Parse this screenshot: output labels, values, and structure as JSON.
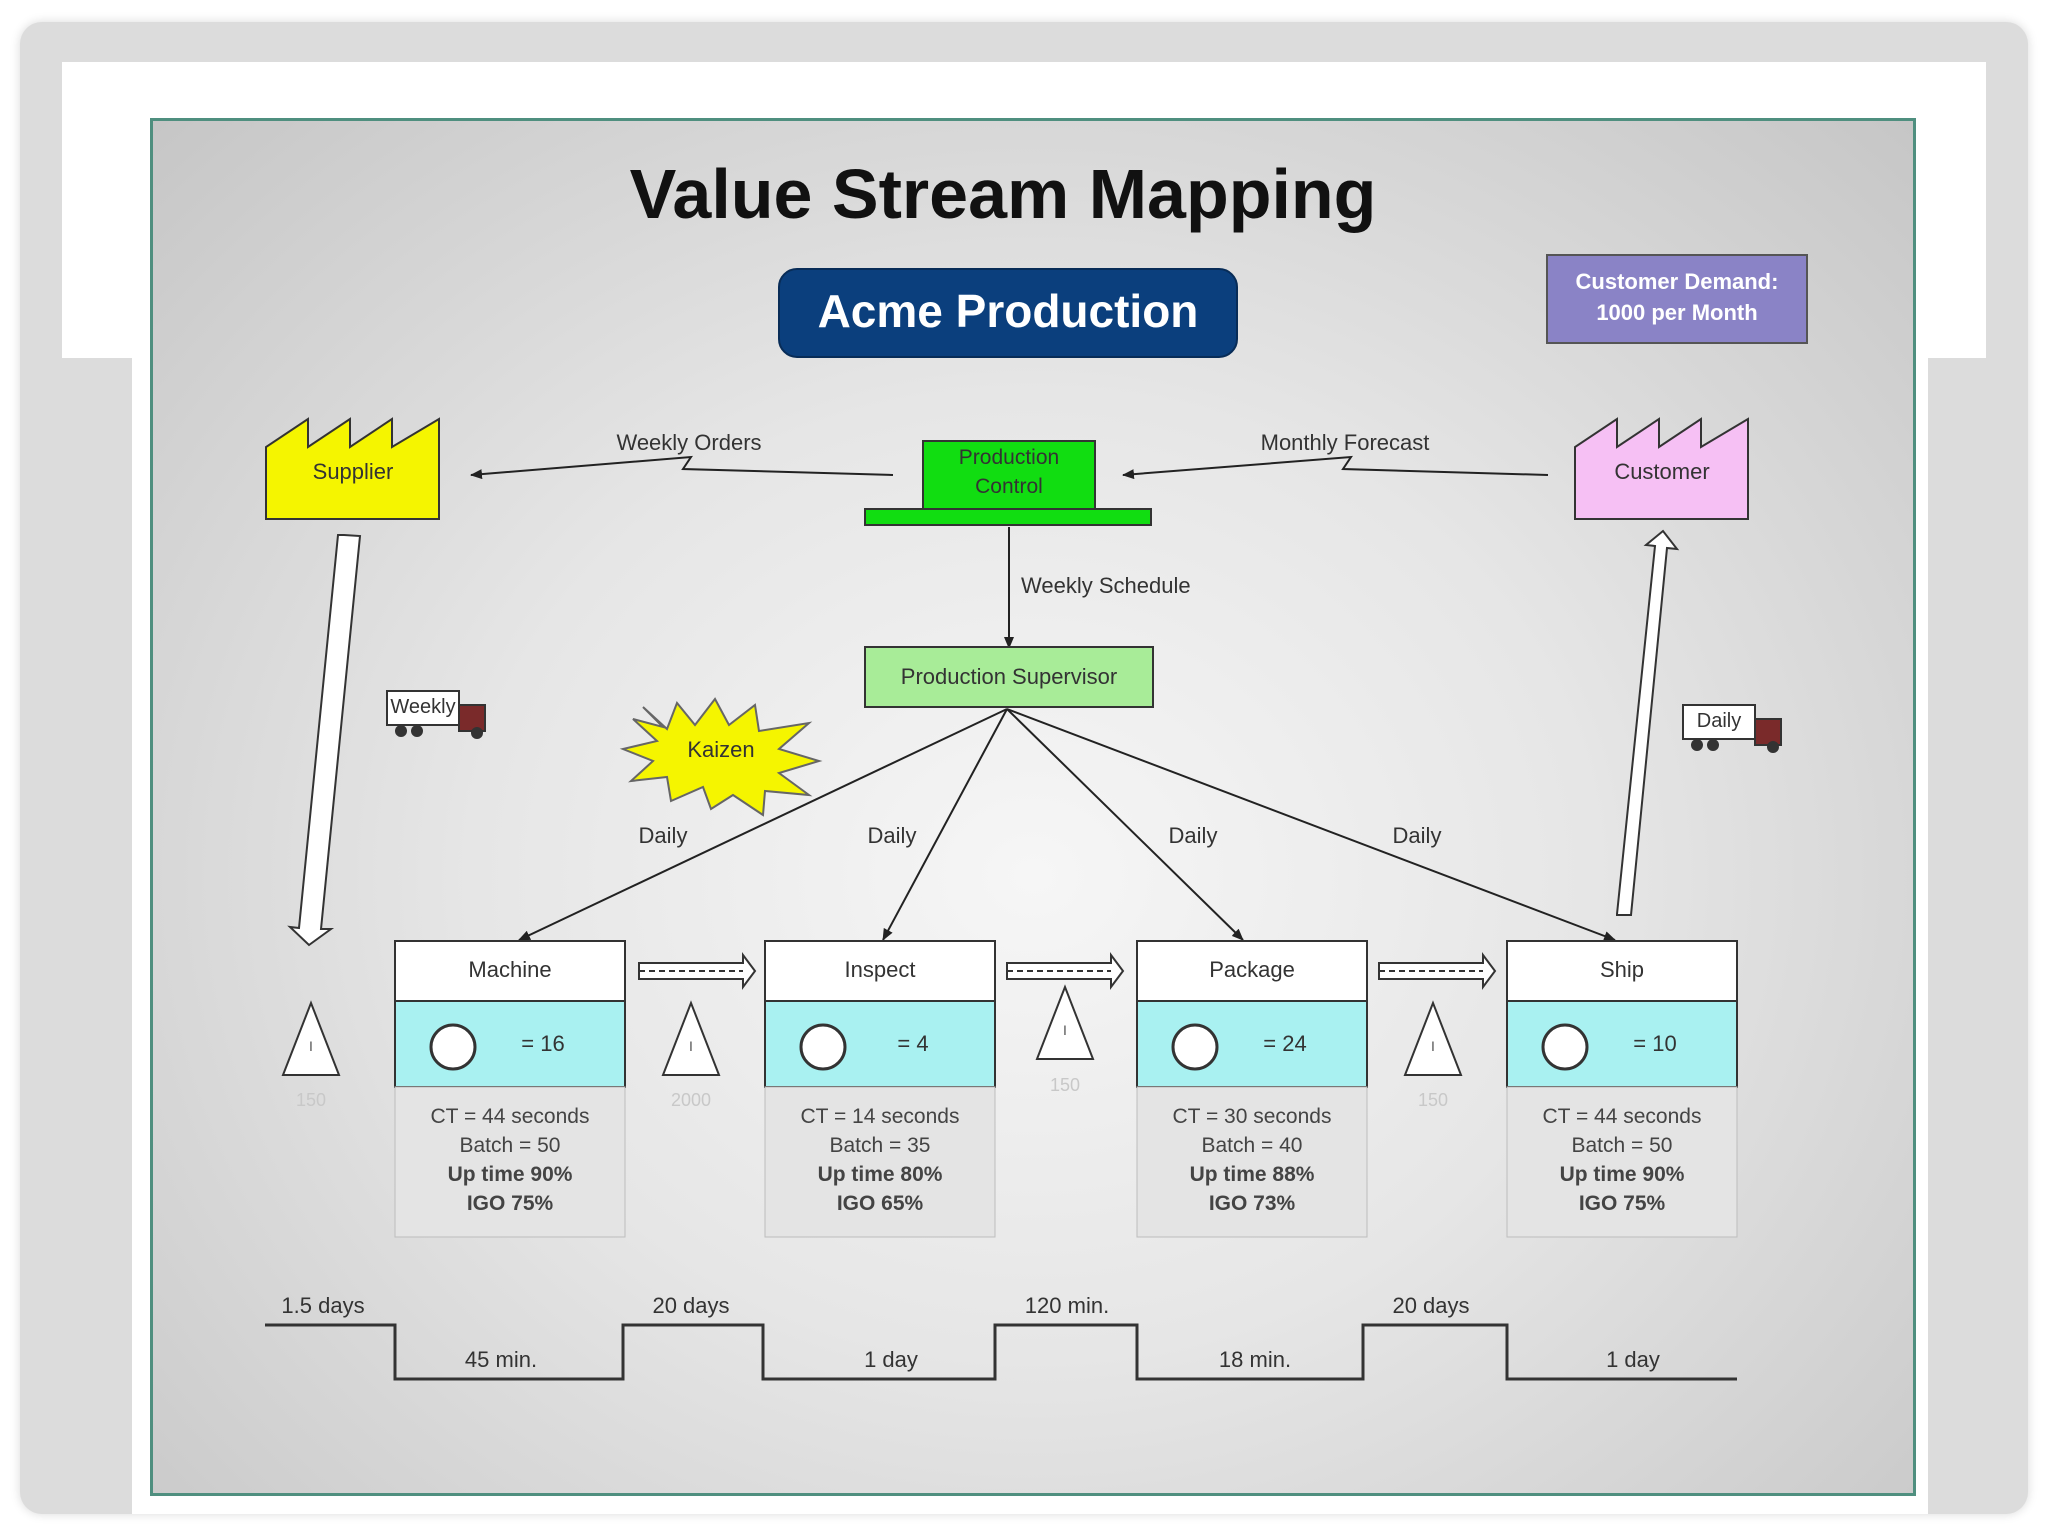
{
  "title": "Value Stream Mapping",
  "subtitle": "Acme Production",
  "customer_demand": {
    "line1": "Customer Demand:",
    "line2": "1000 per Month"
  },
  "supplier": {
    "label": "Supplier"
  },
  "customer": {
    "label": "Customer"
  },
  "production_control": {
    "line1": "Production",
    "line2": "Control"
  },
  "production_supervisor": {
    "label": "Production Supervisor"
  },
  "flows": {
    "weekly_orders": "Weekly Orders",
    "monthly_forecast": "Monthly Forecast",
    "weekly_schedule": "Weekly Schedule"
  },
  "kaizen": {
    "label": "Kaizen"
  },
  "trucks": {
    "inbound": "Weekly",
    "outbound": "Daily"
  },
  "daily_labels": [
    "Daily",
    "Daily",
    "Daily",
    "Daily"
  ],
  "processes": [
    {
      "name": "Machine",
      "operators": "= 16",
      "ct": "CT = 44 seconds",
      "batch": "Batch = 50",
      "uptime": "Up time 90%",
      "igo": "IGO 75%"
    },
    {
      "name": "Inspect",
      "operators": "= 4",
      "ct": "CT = 14 seconds",
      "batch": "Batch = 35",
      "uptime": "Up time 80%",
      "igo": "IGO 65%"
    },
    {
      "name": "Package",
      "operators": "= 24",
      "ct": "CT = 30 seconds",
      "batch": "Batch = 40",
      "uptime": "Up time 88%",
      "igo": "IGO 73%"
    },
    {
      "name": "Ship",
      "operators": "= 10",
      "ct": "CT = 44 seconds",
      "batch": "Batch = 50",
      "uptime": "Up time 90%",
      "igo": "IGO 75%"
    }
  ],
  "inventory": [
    {
      "mark": "I",
      "qty": "150"
    },
    {
      "mark": "I",
      "qty": "2000"
    },
    {
      "mark": "I",
      "qty": "150"
    },
    {
      "mark": "I",
      "qty": "150"
    }
  ],
  "timeline": {
    "wait": [
      "1.5 days",
      "20 days",
      "120 min.",
      "20 days"
    ],
    "process": [
      "45 min.",
      "1 day",
      "18 min.",
      "1 day"
    ]
  },
  "colors": {
    "supplier_fill": "#f5f500",
    "customer_fill": "#f6c0f4",
    "control_fill": "#11dd11",
    "supervisor_fill": "#a8ec98",
    "title_box_fill": "#0b3f7d",
    "demand_box_fill": "#8a83c6",
    "process_body_fill": "#a9f1f1",
    "kaizen_fill": "#f5f500",
    "frame_border": "#4f8f7f"
  }
}
